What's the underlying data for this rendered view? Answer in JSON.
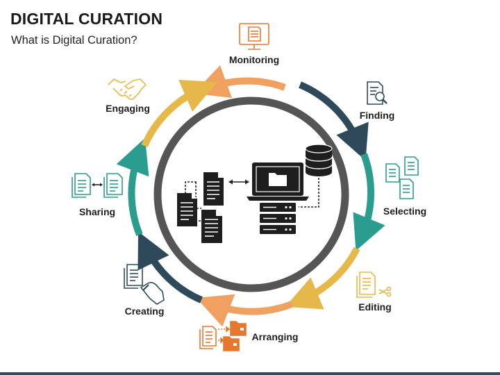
{
  "header": {
    "title": "DIGITAL CURATION",
    "subtitle": "What is Digital Curation?"
  },
  "stages": [
    {
      "label": "Monitoring",
      "icon": "monitor-document-icon",
      "color": "#f0a060"
    },
    {
      "label": "Finding",
      "icon": "document-search-icon",
      "color": "#2e4a5a"
    },
    {
      "label": "Selecting",
      "icon": "documents-stack-icon",
      "color": "#2a9d8f"
    },
    {
      "label": "Editing",
      "icon": "document-scissors-icon",
      "color": "#e6b84a"
    },
    {
      "label": "Arranging",
      "icon": "document-to-folders-icon",
      "color": "#f0a060"
    },
    {
      "label": "Creating",
      "icon": "document-pen-hand-icon",
      "color": "#2e4a5a"
    },
    {
      "label": "Sharing",
      "icon": "document-exchange-icon",
      "color": "#2a9d8f"
    },
    {
      "label": "Engaging",
      "icon": "handshake-icon",
      "color": "#e6b84a"
    }
  ],
  "center": {
    "icons": [
      "document-tree-icon",
      "laptop-folder-icon",
      "server-rack-icon",
      "database-icon"
    ]
  },
  "colors": {
    "orange": "#f0a060",
    "icon_orange": "#e8772e",
    "navy": "#2e4a5a",
    "teal": "#2a9d8f",
    "yellow": "#e6b84a",
    "inner_ring": "#555555",
    "dark": "#222222"
  }
}
